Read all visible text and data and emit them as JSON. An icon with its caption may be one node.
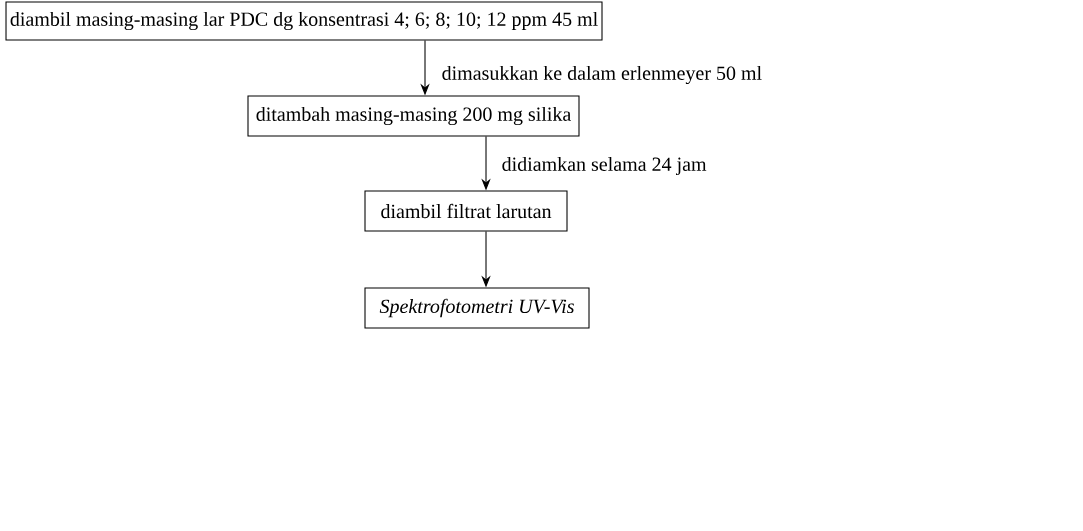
{
  "diagram": {
    "nodes": [
      {
        "text": [
          "diambil masing-masing lar PDC dg konsentrasi 4; 6; 8; 10; 12 ppm 45 ml"
        ]
      },
      {
        "text": [
          "ditambah masing-masing 200 mg silika"
        ]
      },
      {
        "text": [
          "diambil filtrat larutan"
        ]
      },
      {
        "text": [
          "Spektrofotometri UV-Vis"
        ]
      }
    ],
    "edges": [
      {
        "from": 0,
        "to": 1,
        "arrow": "to",
        "label": "dimasukkan ke dalam erlenmeyer 50 ml"
      },
      {
        "from": 1,
        "to": 2,
        "arrow": "to",
        "label": "didiamkan selama 24 jam"
      },
      {
        "from": 2,
        "to": 3,
        "arrow": "to"
      }
    ]
  }
}
